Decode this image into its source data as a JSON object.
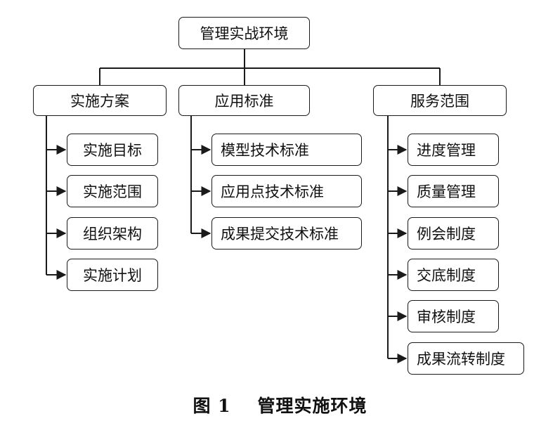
{
  "root": "管理实战环境",
  "branches": [
    {
      "label": "实施方案",
      "children": [
        "实施目标",
        "实施范围",
        "组织架构",
        "实施计划"
      ]
    },
    {
      "label": "应用标准",
      "children": [
        "模型技术标准",
        "应用点技术标准",
        "成果提交技术标准"
      ]
    },
    {
      "label": "服务范围",
      "children": [
        "进度管理",
        "质量管理",
        "例会制度",
        "交底制度",
        "审核制度",
        "成果流转制度"
      ]
    }
  ],
  "caption": {
    "number": "图 1",
    "text": "管理实施环境"
  }
}
